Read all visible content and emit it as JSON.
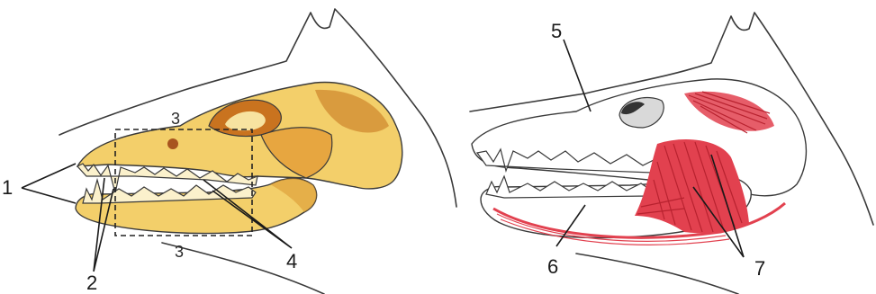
{
  "left_panel": {
    "labels": {
      "l1": "1",
      "l2": "2",
      "l3_top": "3",
      "l3_bottom": "3",
      "l4": "4"
    },
    "colors": {
      "bone": "#f3cf6a",
      "bone_shadow": "#d9962e",
      "bone_dark": "#a8541f",
      "outline": "#3a3a3a"
    }
  },
  "right_panel": {
    "labels": {
      "l5": "5",
      "l6": "6",
      "l7": "7"
    },
    "colors": {
      "bone": "#ffffff",
      "muscle": "#e2414f",
      "muscle_dark": "#b8222f",
      "outline": "#3a3a3a"
    }
  }
}
